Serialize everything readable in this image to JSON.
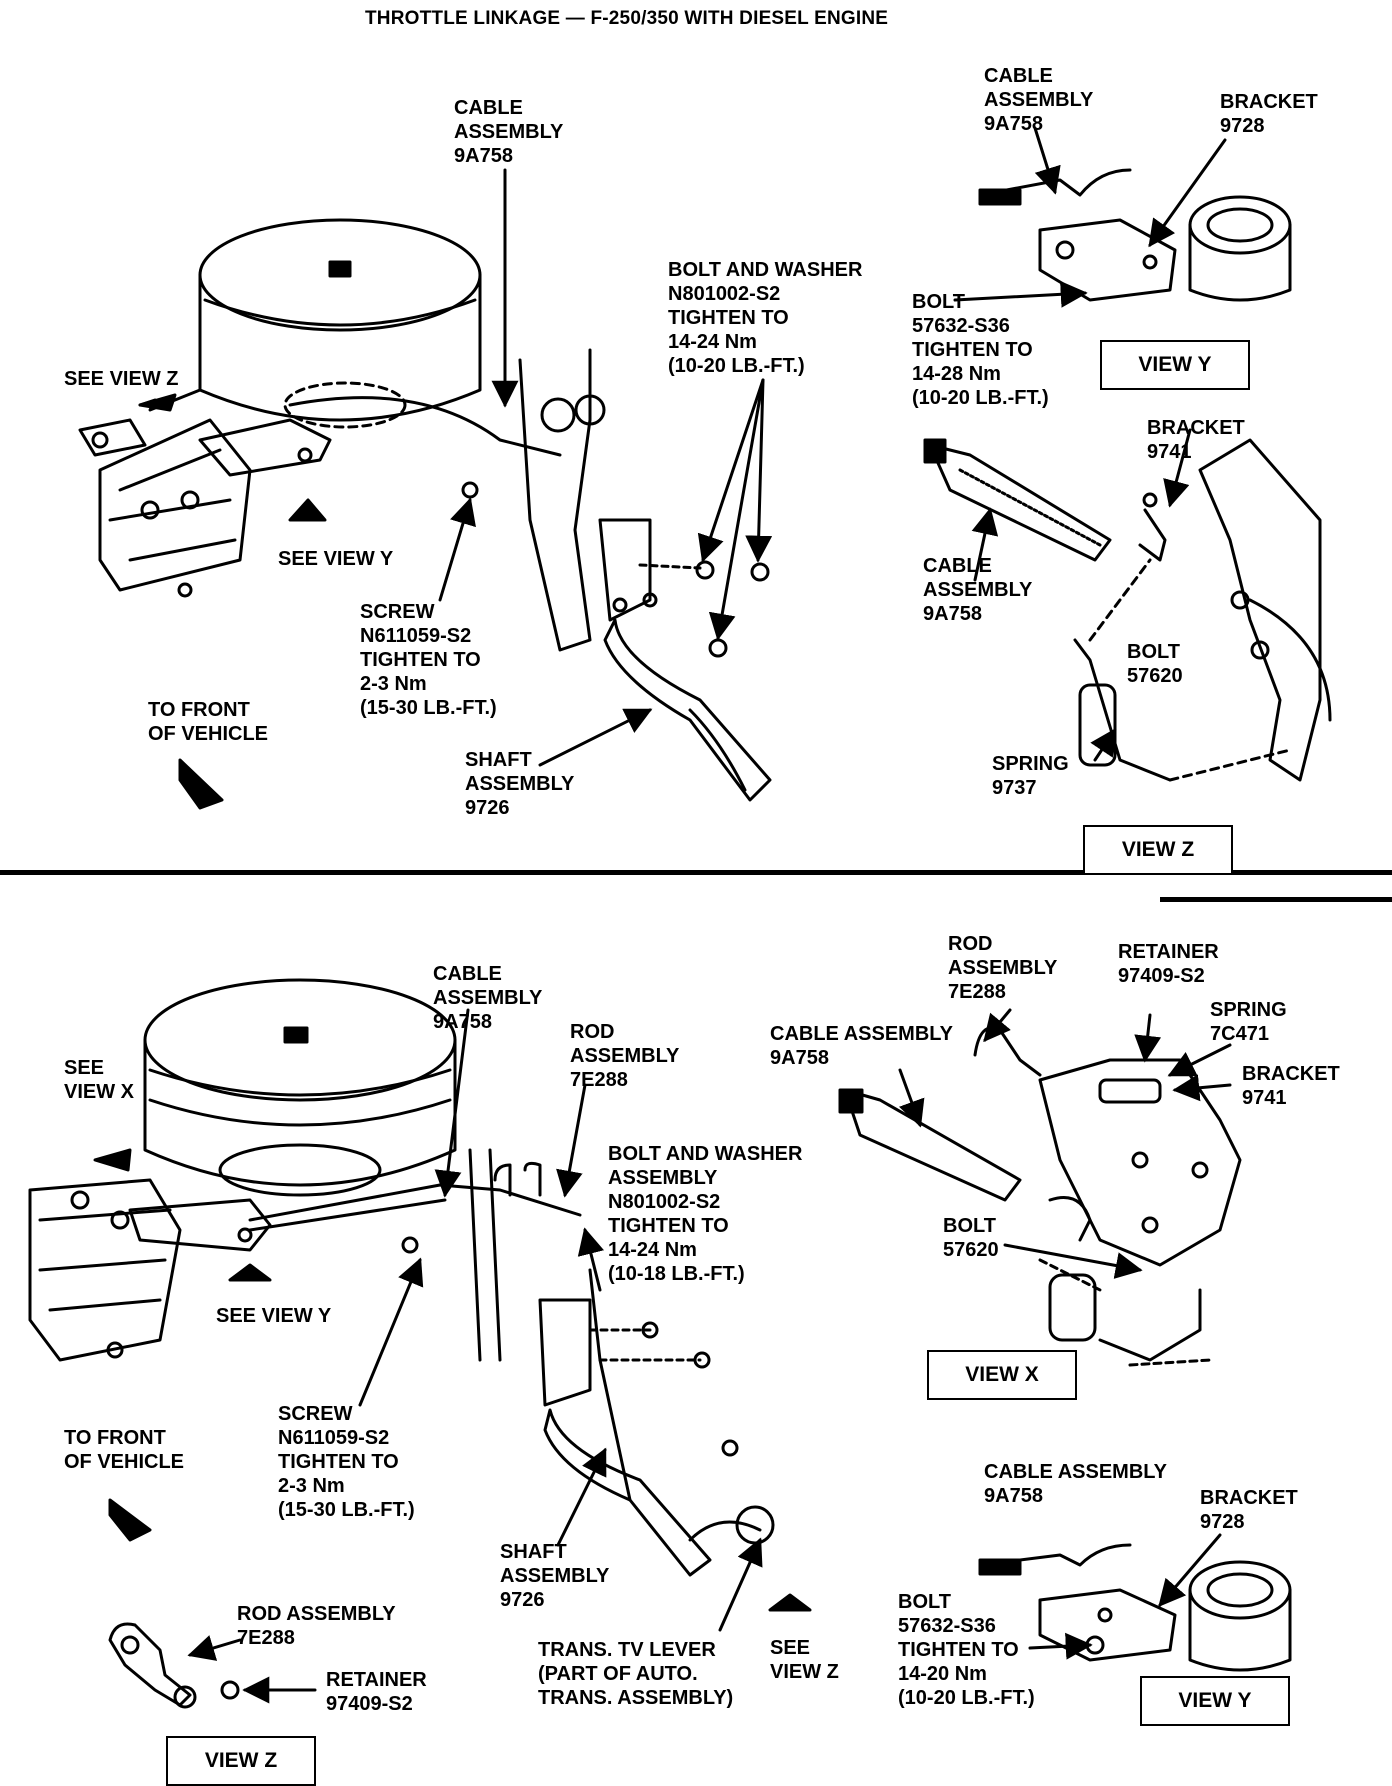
{
  "title": "THROTTLE LINKAGE — F-250/350 WITH DIESEL ENGINE",
  "top": {
    "cable_main": "CABLE\nASSEMBLY\n9A758",
    "bolt_washer": "BOLT AND WASHER\nN801002-S2\nTIGHTEN TO\n14-24 Nm\n(10-20 LB.-FT.)",
    "see_view_z": "SEE VIEW Z",
    "see_view_y": "SEE VIEW Y",
    "screw": "SCREW\nN611059-S2\nTIGHTEN TO\n2-3 Nm\n(15-30 LB.-FT.)",
    "front": "TO FRONT\nOF VEHICLE",
    "shaft": "SHAFT\nASSEMBLY\n9726",
    "viewy_cable": "CABLE\nASSEMBLY\n9A758",
    "viewy_bracket": "BRACKET\n9728",
    "viewy_bolt": "BOLT\n57632-S36\nTIGHTEN TO\n14-28 Nm\n(10-20 LB.-FT.)",
    "viewy_box": "VIEW Y",
    "viewz_bracket": "BRACKET\n9741",
    "viewz_cable": "CABLE\nASSEMBLY\n9A758",
    "viewz_bolt": "BOLT\n57620",
    "viewz_spring": "SPRING\n9737",
    "viewz_box": "VIEW Z"
  },
  "bottom": {
    "see_view_x": "SEE\nVIEW X",
    "cable_main": "CABLE\nASSEMBLY\n9A758",
    "rod": "ROD\nASSEMBLY\n7E288",
    "bolt_washer": "BOLT AND WASHER\nASSEMBLY\nN801002-S2\nTIGHTEN TO\n14-24 Nm\n(10-18 LB.-FT.)",
    "see_view_y": "SEE VIEW Y",
    "screw": "SCREW\nN611059-S2\nTIGHTEN TO\n2-3 Nm\n(15-30 LB.-FT.)",
    "front": "TO FRONT\nOF VEHICLE",
    "shaft": "SHAFT\nASSEMBLY\n9726",
    "tv_lever": "TRANS. TV LEVER\n(PART OF AUTO.\nTRANS. ASSEMBLY)",
    "see_view_z": "SEE\nVIEW Z",
    "viewz_rod": "ROD ASSEMBLY\n7E288",
    "viewz_retainer": "RETAINER\n97409-S2",
    "viewz_box": "VIEW Z",
    "viewx_rod": "ROD\nASSEMBLY\n7E288",
    "viewx_retainer": "RETAINER\n97409-S2",
    "viewx_cable": "CABLE ASSEMBLY\n9A758",
    "viewx_spring": "SPRING\n7C471",
    "viewx_bracket": "BRACKET\n9741",
    "viewx_bolt": "BOLT\n57620",
    "viewx_box": "VIEW X",
    "viewy_cable": "CABLE ASSEMBLY\n9A758",
    "viewy_bracket": "BRACKET\n9728",
    "viewy_bolt": "BOLT\n57632-S36\nTIGHTEN TO\n14-20 Nm\n(10-20 LB.-FT.)",
    "viewy_box": "VIEW Y"
  }
}
